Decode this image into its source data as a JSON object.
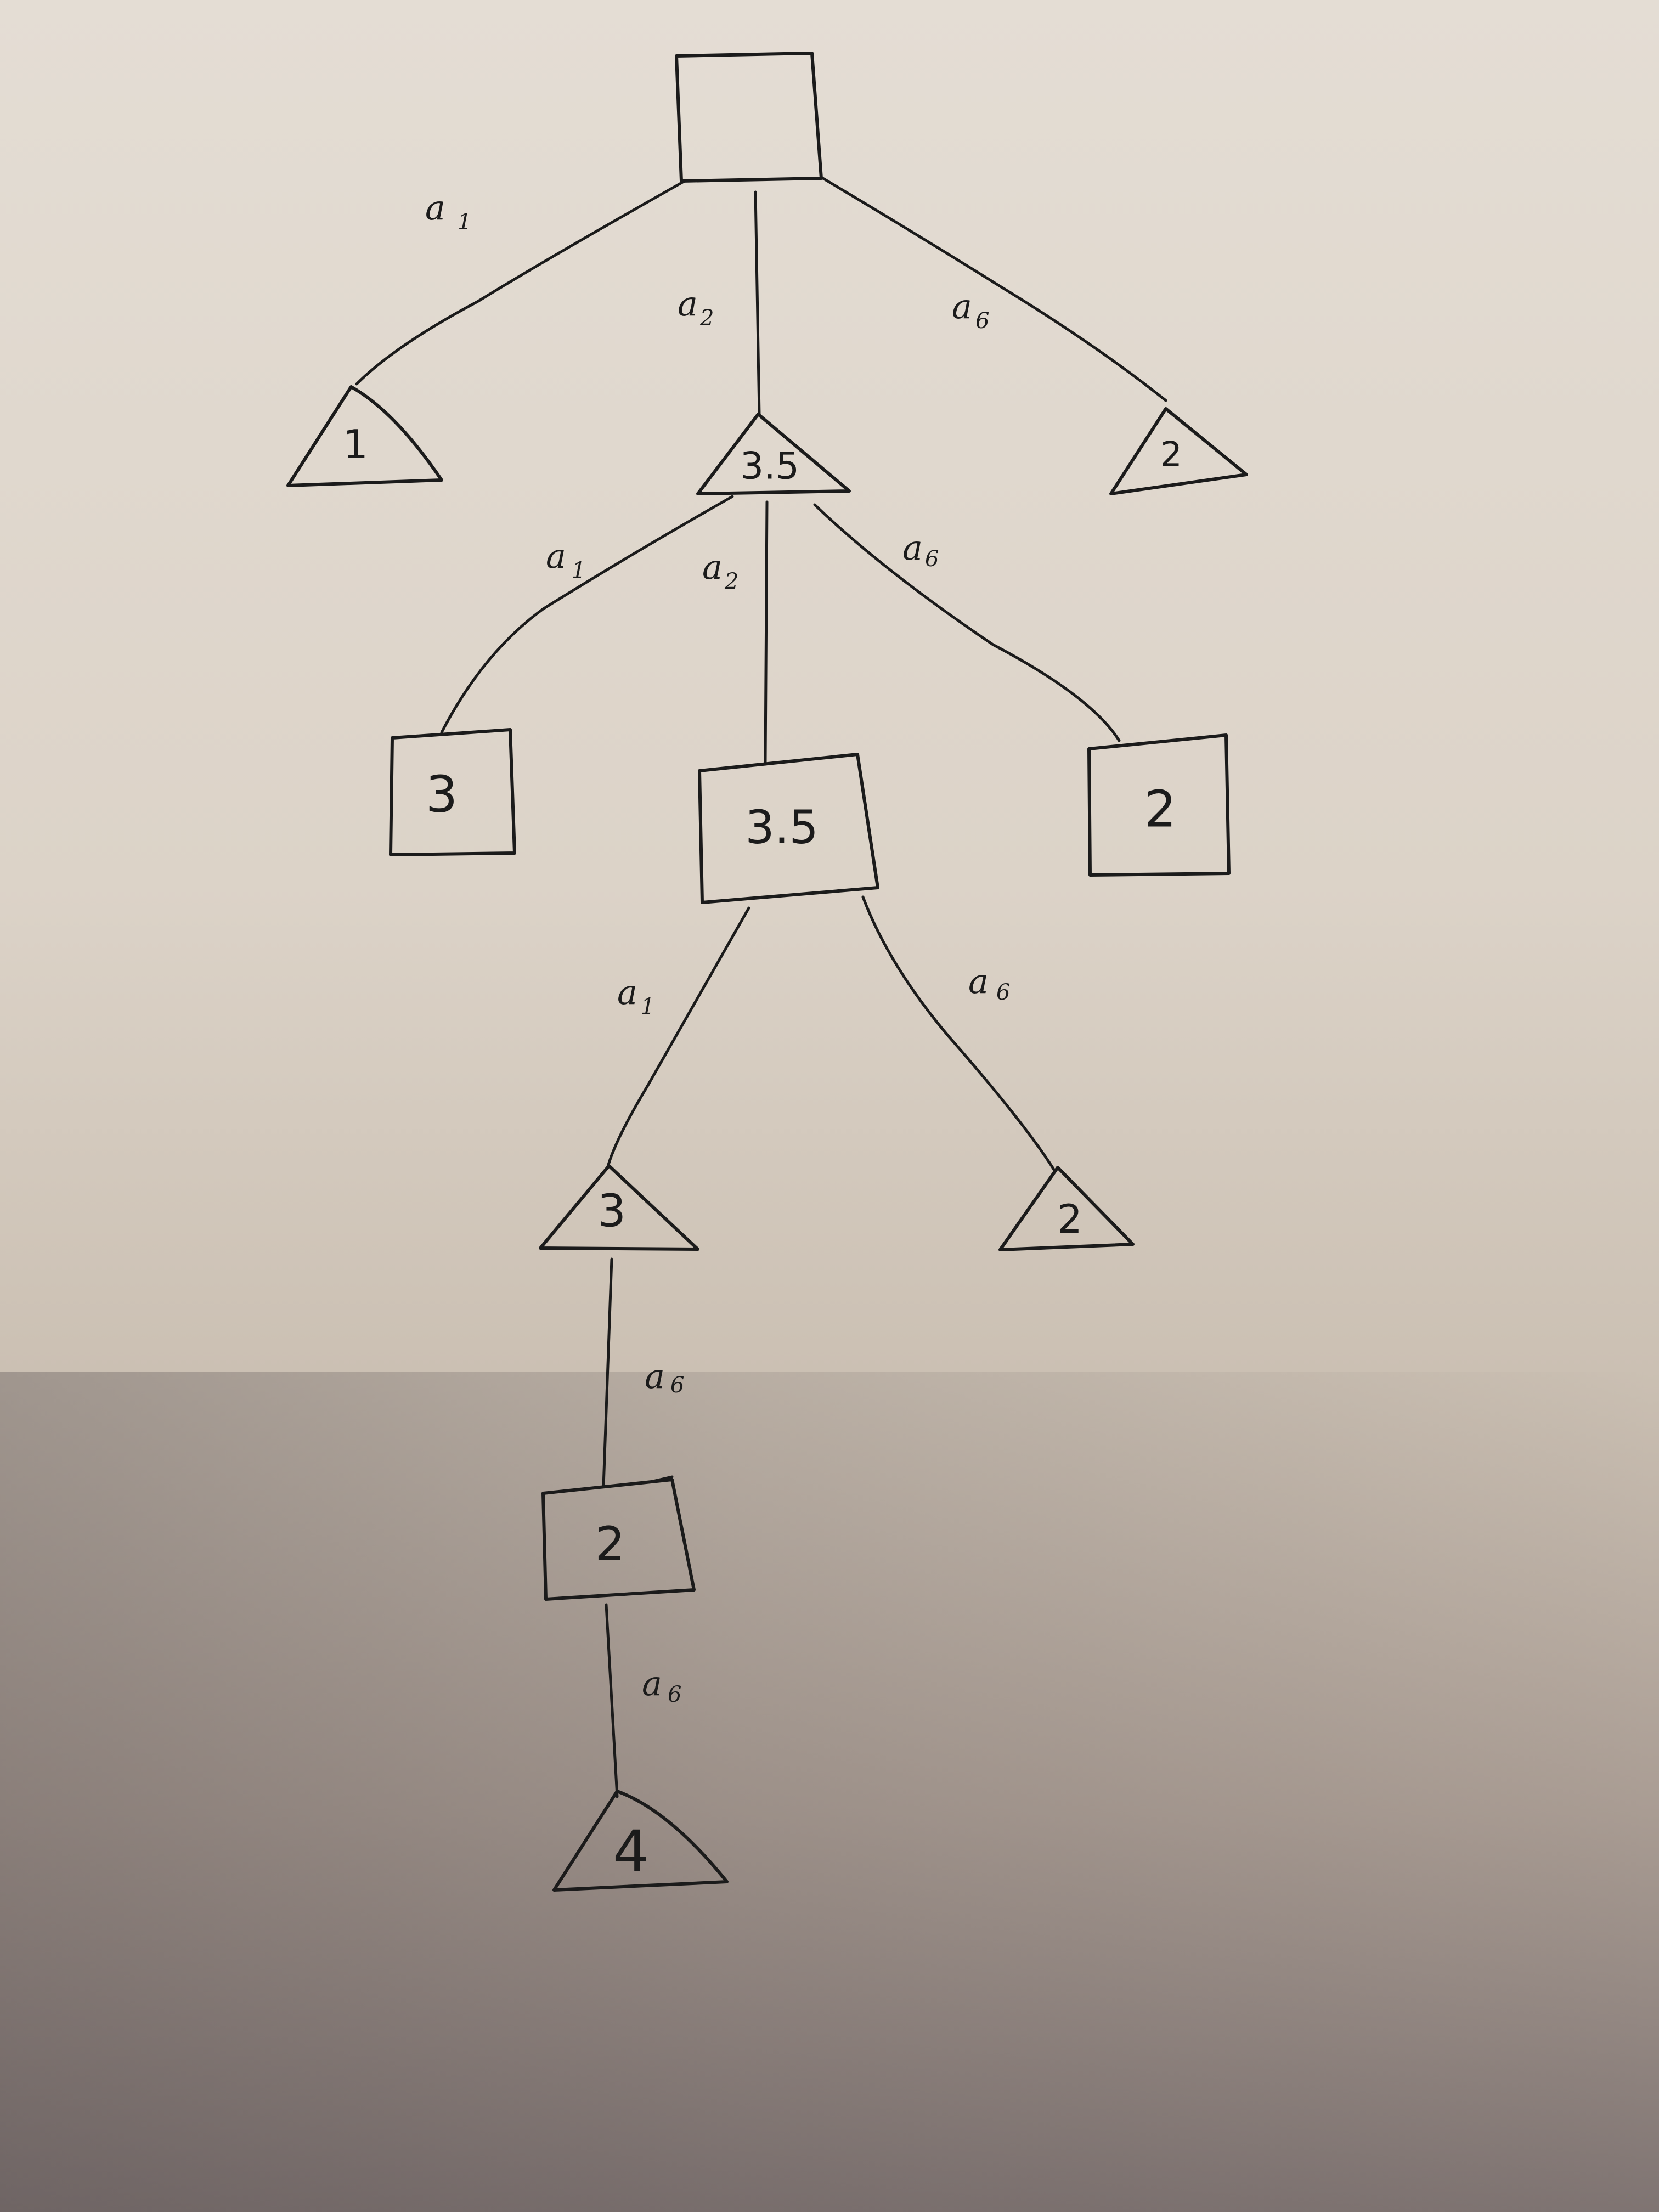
{
  "nodes": {
    "root": {
      "value": ""
    },
    "chance_a1": {
      "value": "1"
    },
    "chance_a2": {
      "value": "3.5"
    },
    "chance_a6": {
      "value": "2"
    },
    "max_a1": {
      "value": "3"
    },
    "max_a2": {
      "value": "3.5"
    },
    "max_a6": {
      "value": "2"
    },
    "chance_a2_a1": {
      "value": "3"
    },
    "chance_a2_a6": {
      "value": "2"
    },
    "max_deep": {
      "value": "2"
    },
    "chance_deep": {
      "value": "4"
    }
  },
  "edges": {
    "root_a1": {
      "letter": "a",
      "sub": "1"
    },
    "root_a2": {
      "letter": "a",
      "sub": "2"
    },
    "root_a6": {
      "letter": "a",
      "sub": "6"
    },
    "mid_a1": {
      "letter": "a",
      "sub": "1"
    },
    "mid_a2": {
      "letter": "a",
      "sub": "2"
    },
    "mid_a6": {
      "letter": "a",
      "sub": "6"
    },
    "low_a1": {
      "letter": "a",
      "sub": "1"
    },
    "low_a6": {
      "letter": "a",
      "sub": "6"
    },
    "deep_a6_1": {
      "letter": "a",
      "sub": "6"
    },
    "deep_a6_2": {
      "letter": "a",
      "sub": "6"
    }
  },
  "colors": {
    "ink": "#1b1b1b",
    "paper": "#dcd3c8"
  }
}
